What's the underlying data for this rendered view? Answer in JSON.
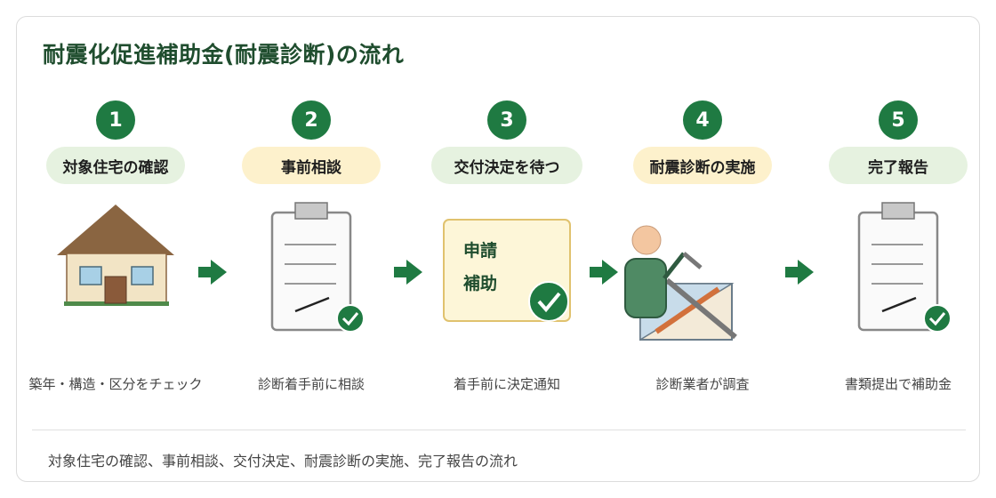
{
  "title": "耐震化促進補助金(耐震診断)の流れ",
  "steps": [
    {
      "number": "1",
      "label": "対象住宅の確認",
      "description": "築年・構造・区分をチェック",
      "pill_color": "green"
    },
    {
      "number": "2",
      "label": "事前相談",
      "description": "診断着手前に相談",
      "pill_color": "yellow"
    },
    {
      "number": "3",
      "label": "交付決定を待つ",
      "description": "着手前に決定通知",
      "pill_color": "green"
    },
    {
      "number": "4",
      "label": "耐震診断の実施",
      "description": "診断業者が調査",
      "pill_color": "yellow"
    },
    {
      "number": "5",
      "label": "完了報告",
      "description": "書類提出で補助金",
      "pill_color": "green"
    }
  ],
  "application_form": {
    "line1": "申請",
    "line2": "補助"
  },
  "caption": "対象住宅の確認、事前相談、交付決定、耐震診断の実施、完了報告の流れ",
  "colors": {
    "accent_green": "#1f7a42",
    "title_green": "#1f4d2e",
    "pill_green": "#e6f2e0",
    "pill_yellow": "#fdf1cc"
  }
}
